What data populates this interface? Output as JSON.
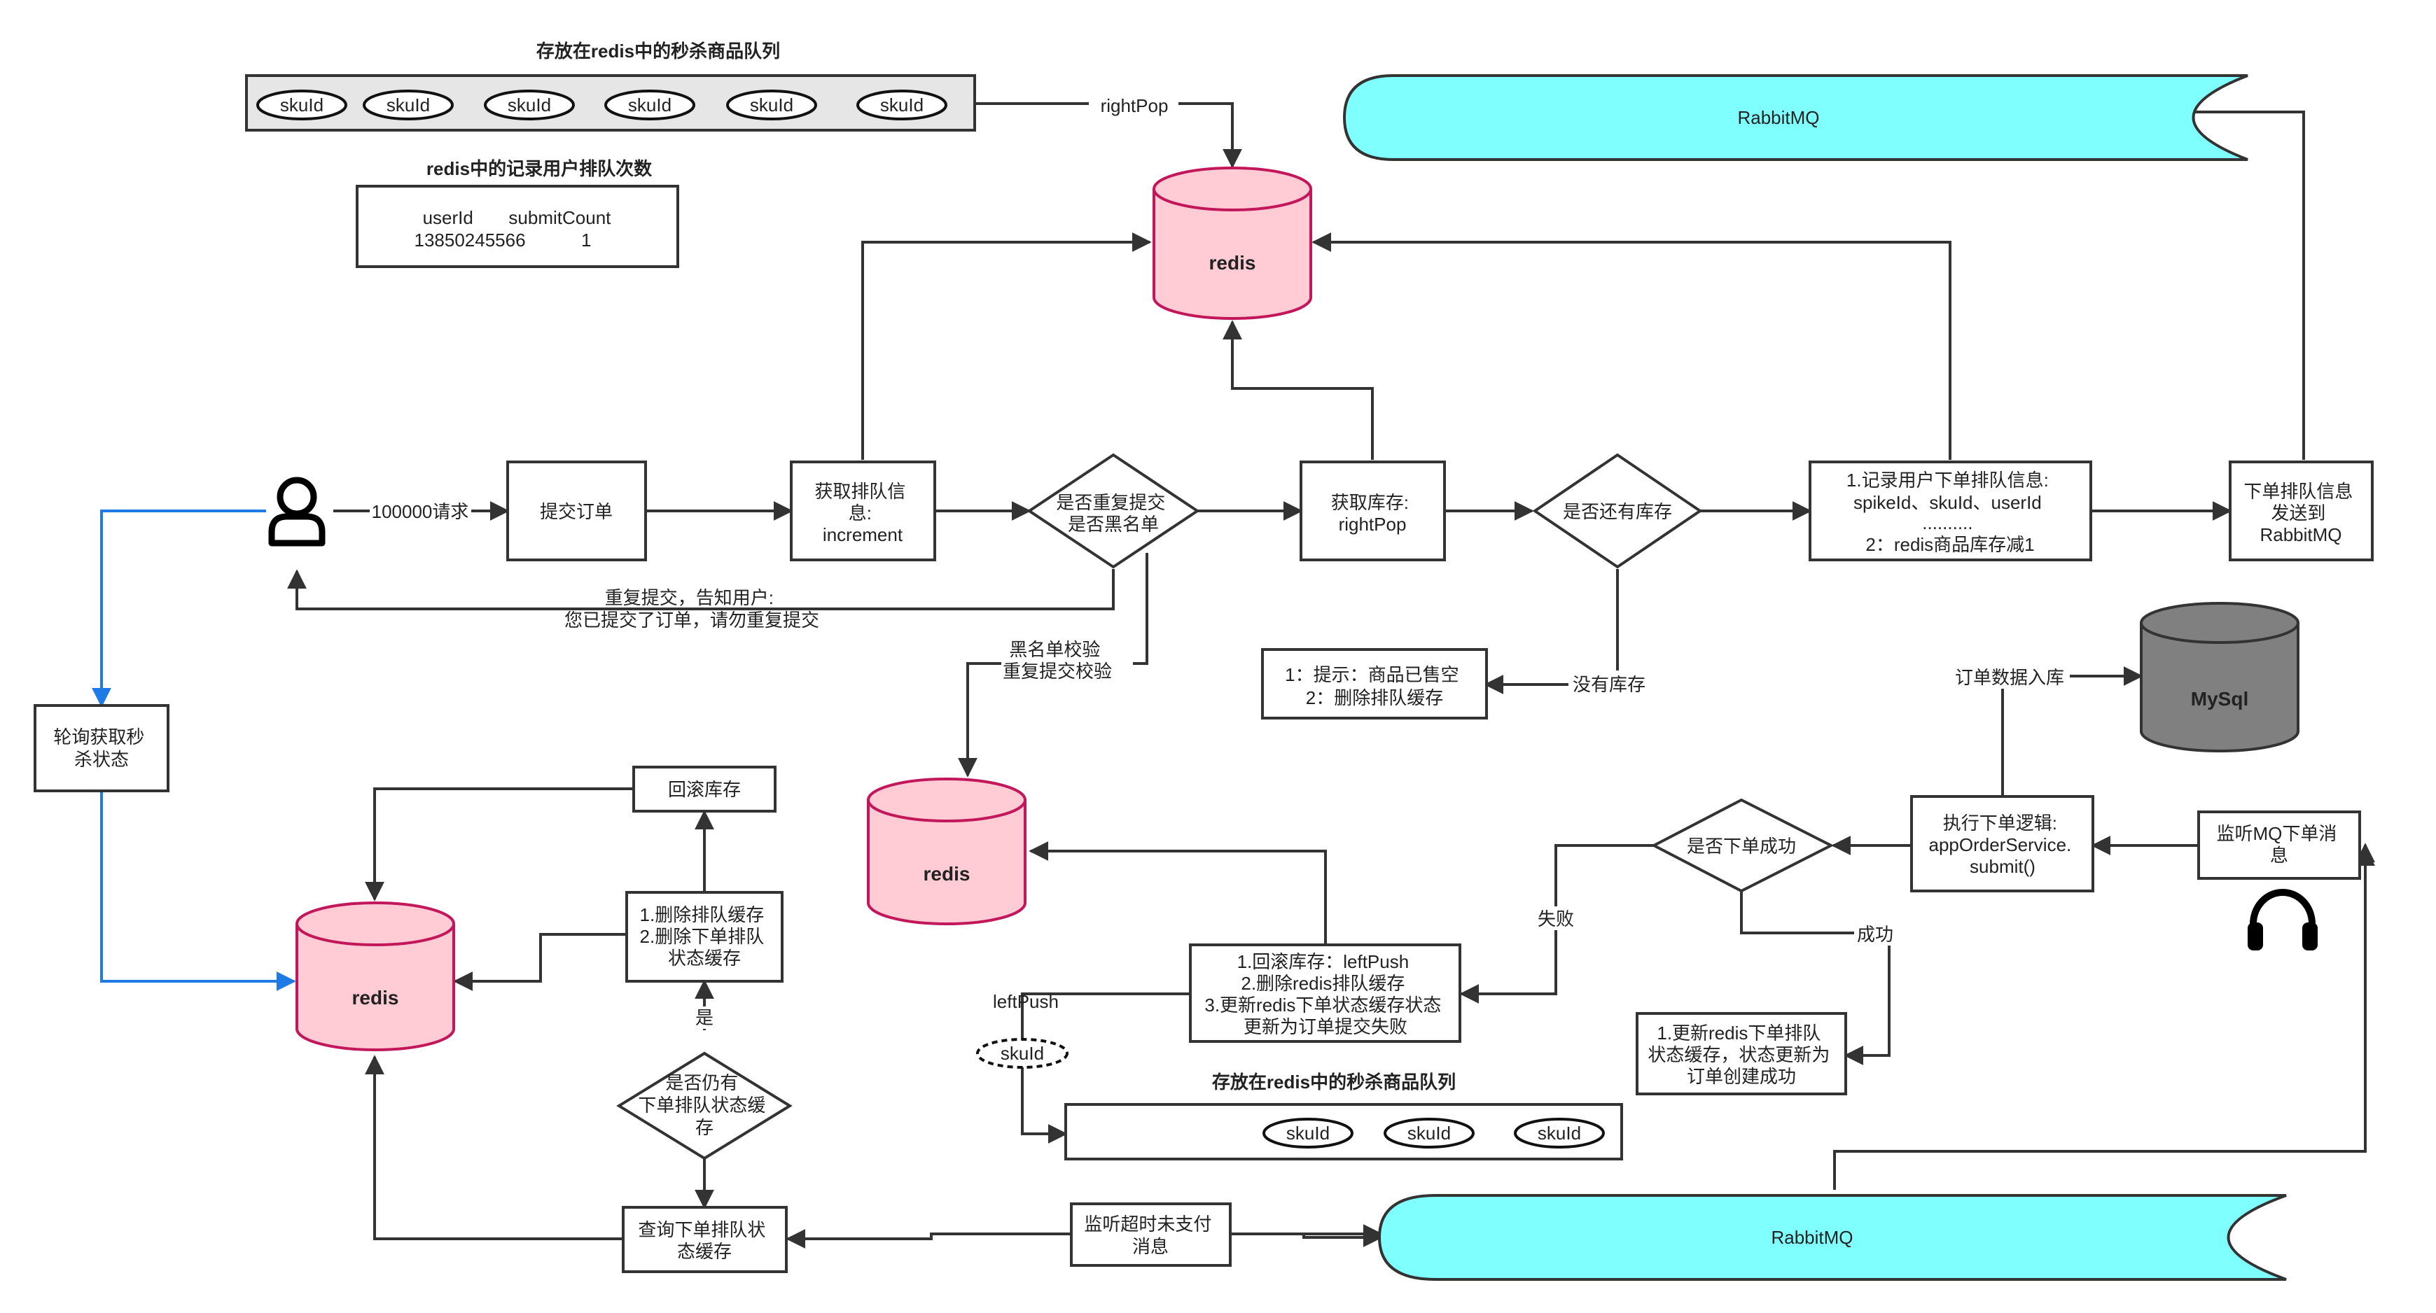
{
  "top_queue": {
    "title": "存放在redis中的秒杀商品队列",
    "items": [
      "skuId",
      "skuId",
      "skuId",
      "skuId",
      "skuId",
      "skuId"
    ]
  },
  "submit_count": {
    "title": "redis中的记录用户排队次数",
    "header": "userId       submitCount",
    "row": "13850245566           1"
  },
  "edge_labels": {
    "right_pop": "rightPop",
    "requests": "100000请求",
    "duplicate_line1": "重复提交，告知用户:",
    "duplicate_line2": "您已提交了订单，请勿重复提交",
    "check_line1": "黑名单校验",
    "check_line2": "重复提交校验",
    "no_stock": "没有库存",
    "order_insert": "订单数据入库",
    "fail": "失败",
    "success": "成功",
    "left_push": "leftPush",
    "yes": "是"
  },
  "nodes": {
    "redis_main": "redis",
    "rabbitmq_top": "RabbitMQ",
    "submit_order": "提交订单",
    "get_queue_info": [
      "获取排队信",
      "息:",
      "increment"
    ],
    "dup_check": [
      "是否重复提交",
      "是否黑名单"
    ],
    "get_stock": [
      "获取库存:",
      "rightPop"
    ],
    "has_stock": "是否还有库存",
    "record_info": [
      "1.记录用户下单排队信息:",
      "spikeId、skuId、userId",
      "..........",
      "2：redis商品库存减1"
    ],
    "send_mq": [
      "下单排队信息",
      "发送到",
      "RabbitMQ"
    ],
    "sold_out": [
      "1：提示：商品已售空",
      "2：删除排队缓存"
    ],
    "mysql": "MySql",
    "poll_status": [
      "轮询获取秒",
      "杀状态"
    ],
    "redis_mid": "redis",
    "rollback_stock": "回滚库存",
    "delete_cache": [
      "1.删除排队缓存",
      "2.删除下单排队",
      "状态缓存"
    ],
    "redis_left": "redis",
    "still_queued": [
      "是否仍有",
      "下单排队状态缓",
      "存"
    ],
    "query_status": [
      "查询下单排队状",
      "态缓存"
    ],
    "rollback_box": [
      "1.回滚库存：leftPush",
      "2.删除redis排队缓存",
      "3.更新redis下单状态缓存状态",
      "更新为订单提交失败"
    ],
    "order_success_q": "是否下单成功",
    "exec_order": [
      "执行下单逻辑:",
      "appOrderService.",
      "submit()"
    ],
    "listen_mq": [
      "监听MQ下单消",
      "息"
    ],
    "update_success": [
      "1.更新redis下单排队",
      "状态缓存，状态更新为",
      "订单创建成功"
    ],
    "sku_bubble": "skuId",
    "listen_timeout": [
      "监听超时未支付",
      "消息"
    ],
    "rabbitmq_bottom": "RabbitMQ"
  },
  "bottom_queue": {
    "title": "存放在redis中的秒杀商品队列",
    "items": [
      "skuId",
      "skuId",
      "skuId"
    ]
  },
  "colors": {
    "redis_fill": "#FFCCD5",
    "redis_stroke": "#C2185B",
    "mq_fill": "#80FFFF",
    "mysql_fill": "#808080",
    "queue_fill": "#E6E6E6",
    "poll_arrow": "#1E7BE6",
    "line": "#333333"
  },
  "icons": [
    "user-icon",
    "headphones-icon"
  ]
}
